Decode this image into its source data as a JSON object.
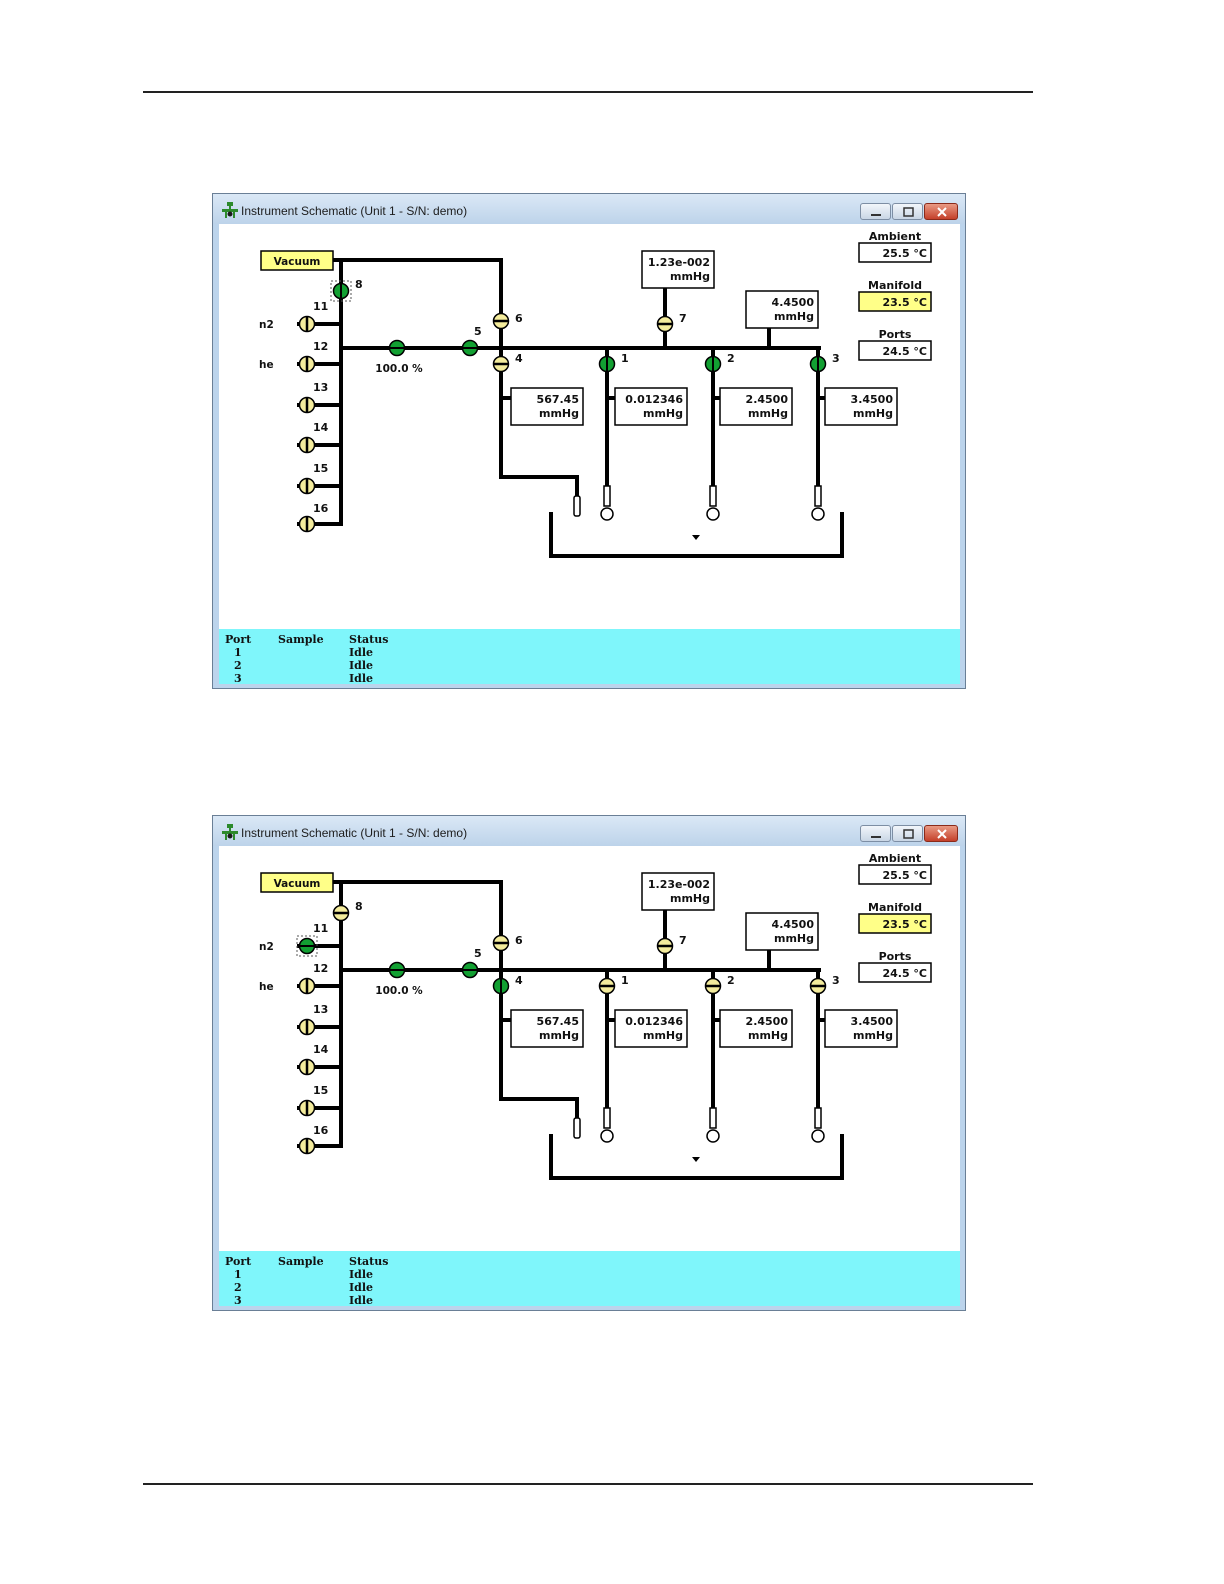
{
  "windows": [
    {
      "title": "Instrument Schematic (Unit 1 - S/N: demo)",
      "vacuum_label": "Vacuum",
      "gas_labels": {
        "n2": "n2",
        "he": "he"
      },
      "flow_percent": "100.0 %",
      "gauges": {
        "g7": {
          "value": "1.23e-002",
          "unit": "mmHg"
        },
        "gm": {
          "value": "4.4500",
          "unit": "mmHg"
        },
        "g4": {
          "value": "567.45",
          "unit": "mmHg"
        },
        "g1": {
          "value": "0.012346",
          "unit": "mmHg"
        },
        "g2": {
          "value": "2.4500",
          "unit": "mmHg"
        },
        "g3": {
          "value": "3.4500",
          "unit": "mmHg"
        }
      },
      "temperatures": [
        {
          "label": "Ambient",
          "value": "25.5 °C",
          "highlight": false
        },
        {
          "label": "Manifold",
          "value": "23.5 °C",
          "highlight": true
        },
        {
          "label": "Ports",
          "value": "24.5 °C",
          "highlight": false
        }
      ],
      "valves": {
        "1": "open",
        "2": "open",
        "3": "open",
        "4": "closed",
        "5": "open",
        "6": "closed",
        "7": "closed",
        "8": "open",
        "11": "closed",
        "12": "closed",
        "13": "closed",
        "14": "closed",
        "15": "closed",
        "16": "closed",
        "flow": "open"
      },
      "selected_valve": "8",
      "status_headers": {
        "port": "Port",
        "sample": "Sample",
        "status": "Status"
      },
      "status_rows": [
        {
          "port": "1",
          "sample": "",
          "status": "Idle"
        },
        {
          "port": "2",
          "sample": "",
          "status": "Idle"
        },
        {
          "port": "3",
          "sample": "",
          "status": "Idle"
        }
      ]
    },
    {
      "title": "Instrument Schematic (Unit 1 - S/N: demo)",
      "vacuum_label": "Vacuum",
      "gas_labels": {
        "n2": "n2",
        "he": "he"
      },
      "flow_percent": "100.0 %",
      "gauges": {
        "g7": {
          "value": "1.23e-002",
          "unit": "mmHg"
        },
        "gm": {
          "value": "4.4500",
          "unit": "mmHg"
        },
        "g4": {
          "value": "567.45",
          "unit": "mmHg"
        },
        "g1": {
          "value": "0.012346",
          "unit": "mmHg"
        },
        "g2": {
          "value": "2.4500",
          "unit": "mmHg"
        },
        "g3": {
          "value": "3.4500",
          "unit": "mmHg"
        }
      },
      "temperatures": [
        {
          "label": "Ambient",
          "value": "25.5 °C",
          "highlight": false
        },
        {
          "label": "Manifold",
          "value": "23.5 °C",
          "highlight": true
        },
        {
          "label": "Ports",
          "value": "24.5 °C",
          "highlight": false
        }
      ],
      "valves": {
        "1": "closed",
        "2": "closed",
        "3": "closed",
        "4": "open",
        "5": "open",
        "6": "closed",
        "7": "closed",
        "8": "closed",
        "11": "open",
        "12": "closed",
        "13": "closed",
        "14": "closed",
        "15": "closed",
        "16": "closed",
        "flow": "open"
      },
      "selected_valve": "11",
      "status_headers": {
        "port": "Port",
        "sample": "Sample",
        "status": "Status"
      },
      "status_rows": [
        {
          "port": "1",
          "sample": "",
          "status": "Idle"
        },
        {
          "port": "2",
          "sample": "",
          "status": "Idle"
        },
        {
          "port": "3",
          "sample": "",
          "status": "Idle"
        }
      ]
    }
  ]
}
